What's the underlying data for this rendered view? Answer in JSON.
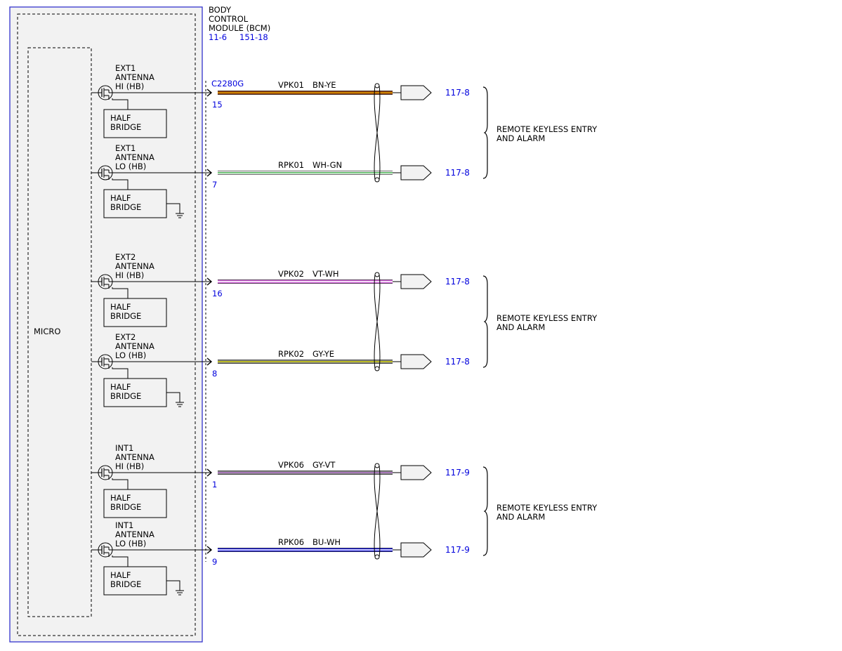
{
  "module": {
    "title_lines": [
      "BODY",
      "CONTROL",
      "MODULE (BCM)"
    ],
    "ref_left": "11-6",
    "ref_right": "151-18",
    "connector": "C2280G",
    "micro_label": "MICRO"
  },
  "colors": {
    "module_border": "#3333cc",
    "module_fill": "#f2f2f2",
    "ref_text": "#0000dd"
  },
  "channels": [
    {
      "label_lines": [
        "EXT1",
        "ANTENNA",
        "HI (HB)"
      ],
      "driver_lines": [
        "HALF",
        "BRIDGE"
      ],
      "grounded": false,
      "pin": "15",
      "circuit": "VPK01",
      "wire_color": "BN-YE",
      "wire_main": "#8b3a0e",
      "wire_stripe": "#e0a000",
      "ref": "117-8"
    },
    {
      "label_lines": [
        "EXT1",
        "ANTENNA",
        "LO (HB)"
      ],
      "driver_lines": [
        "HALF",
        "BRIDGE"
      ],
      "grounded": true,
      "pin": "7",
      "circuit": "RPK01",
      "wire_color": "WH-GN",
      "wire_main": "#ffffff",
      "wire_stripe": "#3aa845",
      "ref": "117-8"
    },
    {
      "label_lines": [
        "EXT2",
        "ANTENNA",
        "HI (HB)"
      ],
      "driver_lines": [
        "HALF",
        "BRIDGE"
      ],
      "grounded": false,
      "pin": "16",
      "circuit": "VPK02",
      "wire_color": "VT-WH",
      "wire_main": "#d060d8",
      "wire_stripe": "#ffffff",
      "ref": "117-8"
    },
    {
      "label_lines": [
        "EXT2",
        "ANTENNA",
        "LO (HB)"
      ],
      "driver_lines": [
        "HALF",
        "BRIDGE"
      ],
      "grounded": true,
      "pin": "8",
      "circuit": "RPK02",
      "wire_color": "GY-YE",
      "wire_main": "#8a8a8a",
      "wire_stripe": "#c8c800",
      "ref": "117-8"
    },
    {
      "label_lines": [
        "INT1",
        "ANTENNA",
        "HI (HB)"
      ],
      "driver_lines": [
        "HALF",
        "BRIDGE"
      ],
      "grounded": false,
      "pin": "1",
      "circuit": "VPK06",
      "wire_color": "GY-VT",
      "wire_main": "#8a8a8a",
      "wire_stripe": "#b070c8",
      "ref": "117-9"
    },
    {
      "label_lines": [
        "INT1",
        "ANTENNA",
        "LO (HB)"
      ],
      "driver_lines": [
        "HALF",
        "BRIDGE"
      ],
      "grounded": true,
      "pin": "9",
      "circuit": "RPK06",
      "wire_color": "BU-WH",
      "wire_main": "#1a1ad8",
      "wire_stripe": "#ffffff",
      "ref": "117-9"
    }
  ],
  "groups": [
    {
      "label_lines": [
        "REMOTE KEYLESS ENTRY",
        "AND ALARM"
      ]
    },
    {
      "label_lines": [
        "REMOTE KEYLESS ENTRY",
        "AND ALARM"
      ]
    },
    {
      "label_lines": [
        "REMOTE KEYLESS ENTRY",
        "AND ALARM"
      ]
    }
  ]
}
